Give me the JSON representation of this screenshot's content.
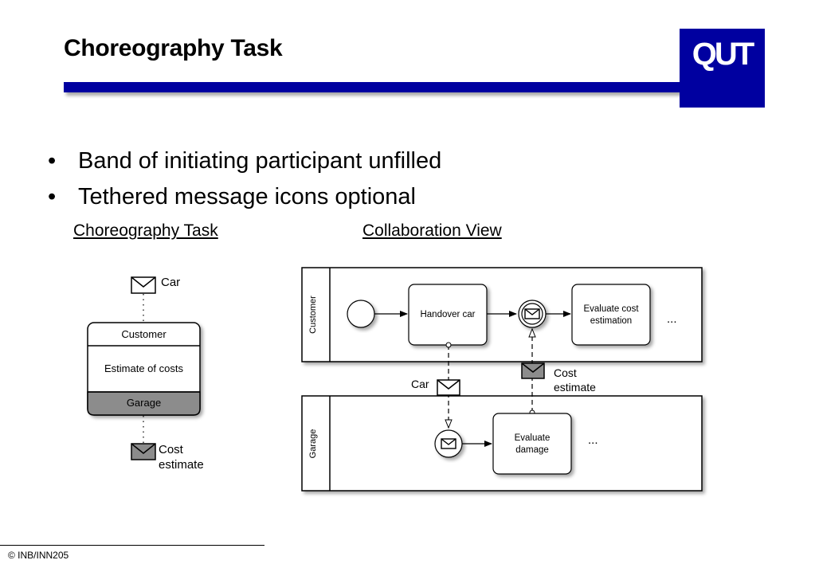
{
  "slide": {
    "title": "Choreography Task",
    "logo_text": "QUT",
    "bullets": [
      "Band of initiating participant unfilled",
      "Tethered message icons optional"
    ],
    "subheadings": {
      "left": "Choreography Task",
      "right": "Collaboration View"
    },
    "footer": "© INB/INN205"
  },
  "choreography": {
    "initiating_participant": "Customer",
    "task_name": "Estimate of costs",
    "other_participant": "Garage",
    "message_top": "Car",
    "message_bottom_line1": "Cost",
    "message_bottom_line2": "estimate"
  },
  "collaboration": {
    "pool_customer": "Customer",
    "pool_garage": "Garage",
    "task_handover": "Handover car",
    "task_eval_cost_line1": "Evaluate cost",
    "task_eval_cost_line2": "estimation",
    "task_eval_damage_line1": "Evaluate",
    "task_eval_damage_line2": "damage",
    "ellipsis_top": "...",
    "ellipsis_bottom": "...",
    "msg_car": "Car",
    "msg_cost_line1": "Cost",
    "msg_cost_line2": "estimate"
  },
  "colors": {
    "brand": "#0000a0",
    "band_fill": "#8c8c8c",
    "message_filled": "#8c8c8c"
  }
}
